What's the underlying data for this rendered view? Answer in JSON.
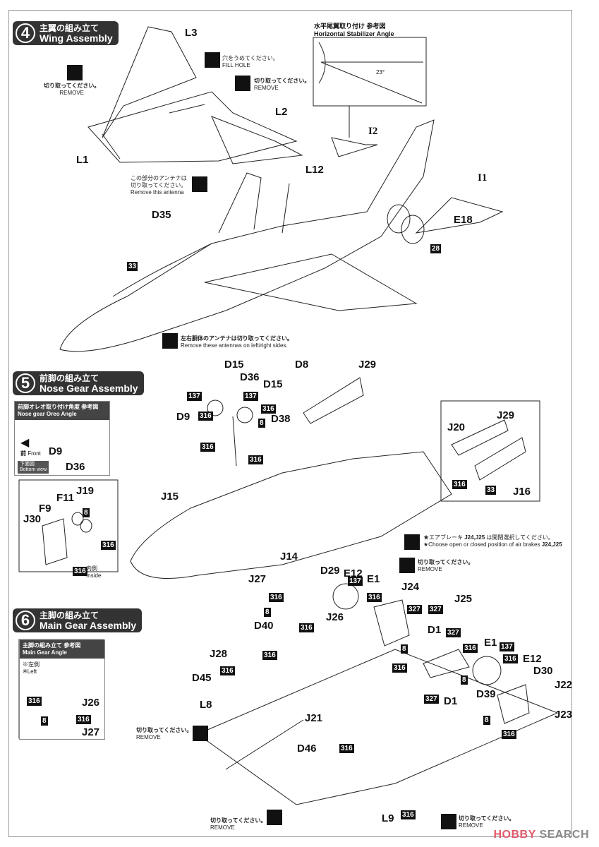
{
  "steps": [
    {
      "number": "4",
      "title_jp": "主翼の組み立て",
      "title_en": "Wing Assembly"
    },
    {
      "number": "5",
      "title_jp": "前脚の組み立て",
      "title_en": "Nose Gear Assembly"
    },
    {
      "number": "6",
      "title_jp": "主脚の組み立て",
      "title_en": "Main Gear Assembly"
    }
  ],
  "notes": {
    "remove_jp": "切り取ってください。",
    "remove_en": "REMOVE",
    "fill_hole_jp": "穴をうめてください。",
    "fill_hole_en": "FILL HOLE",
    "antenna_jp_1": "この部分のアンテナは",
    "antenna_jp_2": "切り取ってください。",
    "antenna_en": "Remove this antenna",
    "side_antennas_jp": "左右胴体のアンテナは切り取ってください。",
    "side_antennas_en": "Remove these antennas on left/right sides.",
    "airbrake_jp_prefix": "★エアブレーキ",
    "airbrake_jp_parts": "J24,J25",
    "airbrake_jp_suffix": "は開閉選択してください。",
    "airbrake_en_prefix": "★Choose open or closed position of air brakes",
    "airbrake_en_parts": "J24,J25",
    "inside_jp": "内側",
    "inside_en": "Inside"
  },
  "reference_panels": {
    "stabilizer": {
      "title_jp": "水平尾翼取り付け 参考図",
      "title_en": "Horizontal Stabilizer Angle",
      "angle": "23°"
    },
    "nose_gear": {
      "title_jp": "前脚オレオ取り付け角度 参考図",
      "title_en": "Nose gear Oreo Angle",
      "front_jp": "前",
      "front_en": "Front",
      "view_jp": "下面図",
      "view_en": "Bottom view",
      "parts": [
        "D9",
        "D36"
      ]
    },
    "main_gear": {
      "title_jp": "主脚の組み立て 参考図",
      "title_en": "Main Gear Angle",
      "side_jp": "※左側",
      "side_en": "※Left",
      "parts": [
        "J26",
        "J27"
      ],
      "codes": [
        "316",
        "8",
        "316"
      ]
    }
  },
  "part_labels": {
    "step4": [
      "L3",
      "L2",
      "L1",
      "L12",
      "I2",
      "I1",
      "D35",
      "E18"
    ],
    "step5": [
      "D15",
      "D36",
      "D15",
      "D8",
      "J29",
      "D9",
      "D38",
      "J15",
      "J14",
      "J19",
      "F11",
      "F9",
      "J30",
      "J20",
      "J29",
      "J16"
    ],
    "step6": [
      "D29",
      "E12",
      "E1",
      "J27",
      "J24",
      "J25",
      "D40",
      "J26",
      "D1",
      "J28",
      "D45",
      "L8",
      "E1",
      "E12",
      "D30",
      "J22",
      "D39",
      "D1",
      "J23",
      "J21",
      "D46",
      "L9"
    ]
  },
  "color_codes": [
    "33",
    "28",
    "137",
    "316",
    "8",
    "327"
  ],
  "watermark": {
    "brand": "HOBBY",
    "suffix": "SEARCH",
    "brand_color": "#e05a6a",
    "suffix_color": "#8a8a8a"
  }
}
